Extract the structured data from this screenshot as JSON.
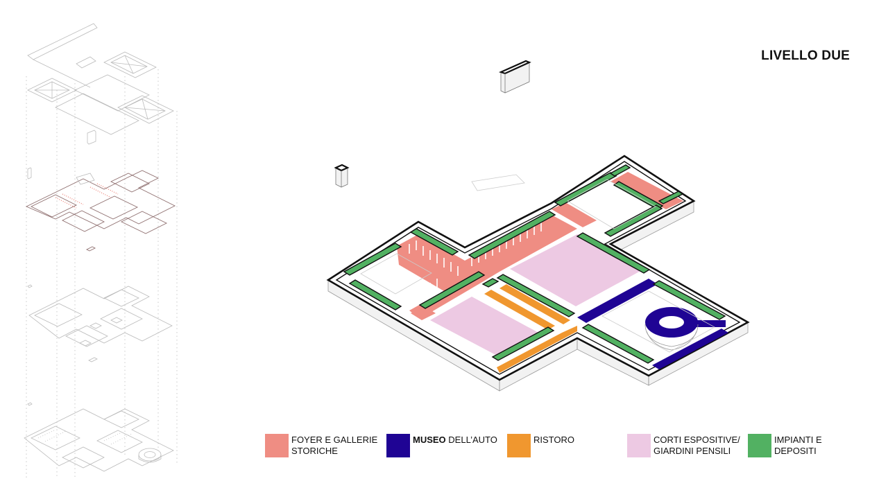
{
  "title": "LIVELLO DUE",
  "colors": {
    "foyer": "#EF8D83",
    "museo": "#1F0494",
    "ristoro": "#F0972F",
    "corti": "#EDC9E3",
    "impianti": "#52B162",
    "outline": "#111111",
    "wall_side": "#F2F2F2",
    "ghost": "#BBBBBB"
  },
  "legend": [
    {
      "key": "foyer",
      "bold": "",
      "line1": "FOYER E GALLERIE",
      "line2": "STORICHE"
    },
    {
      "key": "museo",
      "bold": "MUSEO",
      "line1": " DELL’AUTO",
      "line2": ""
    },
    {
      "key": "ristoro",
      "bold": "",
      "line1": "RISTORO",
      "line2": ""
    },
    {
      "key": "corti",
      "bold": "",
      "line1": "CORTI ESPOSITIVE/",
      "line2": "GIARDINI PENSILI"
    },
    {
      "key": "impianti",
      "bold": "",
      "line1": "IMPIANTI E",
      "line2": "DEPOSITI"
    }
  ]
}
